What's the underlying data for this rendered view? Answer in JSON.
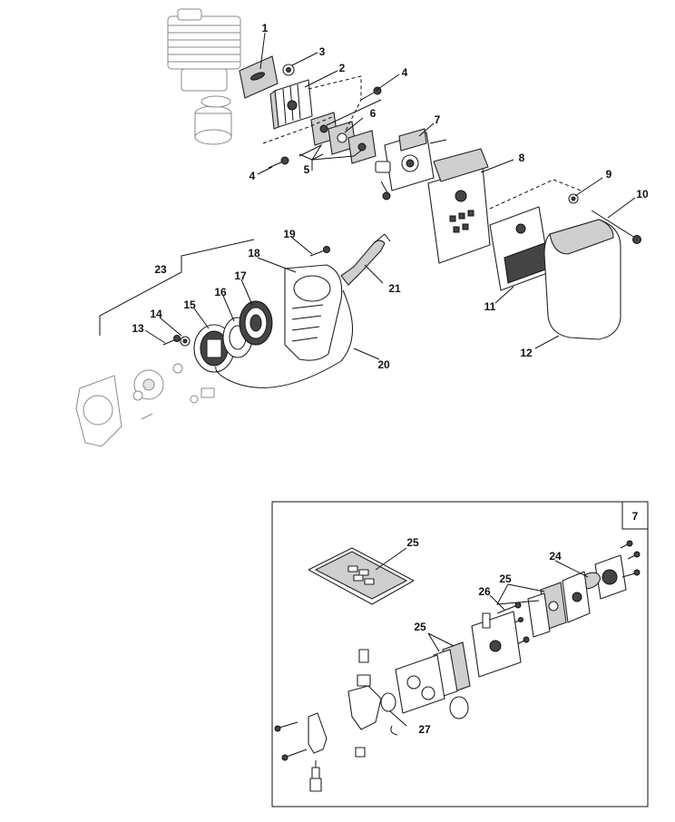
{
  "callouts": {
    "c1": "1",
    "c2": "2",
    "c3": "3",
    "c4a": "4",
    "c4b": "4",
    "c5": "5",
    "c6": "6",
    "c7": "7",
    "c8": "8",
    "c9": "9",
    "c10": "10",
    "c11": "11",
    "c12": "12",
    "c13": "13",
    "c14": "14",
    "c15": "15",
    "c16": "16",
    "c17": "17",
    "c18": "18",
    "c19": "19",
    "c20": "20",
    "c21": "21",
    "c23": "23",
    "c24": "24",
    "c25a": "25",
    "c25b": "25",
    "c25c": "25",
    "c26": "26",
    "c27": "27"
  },
  "inset": {
    "box_label": "7"
  }
}
